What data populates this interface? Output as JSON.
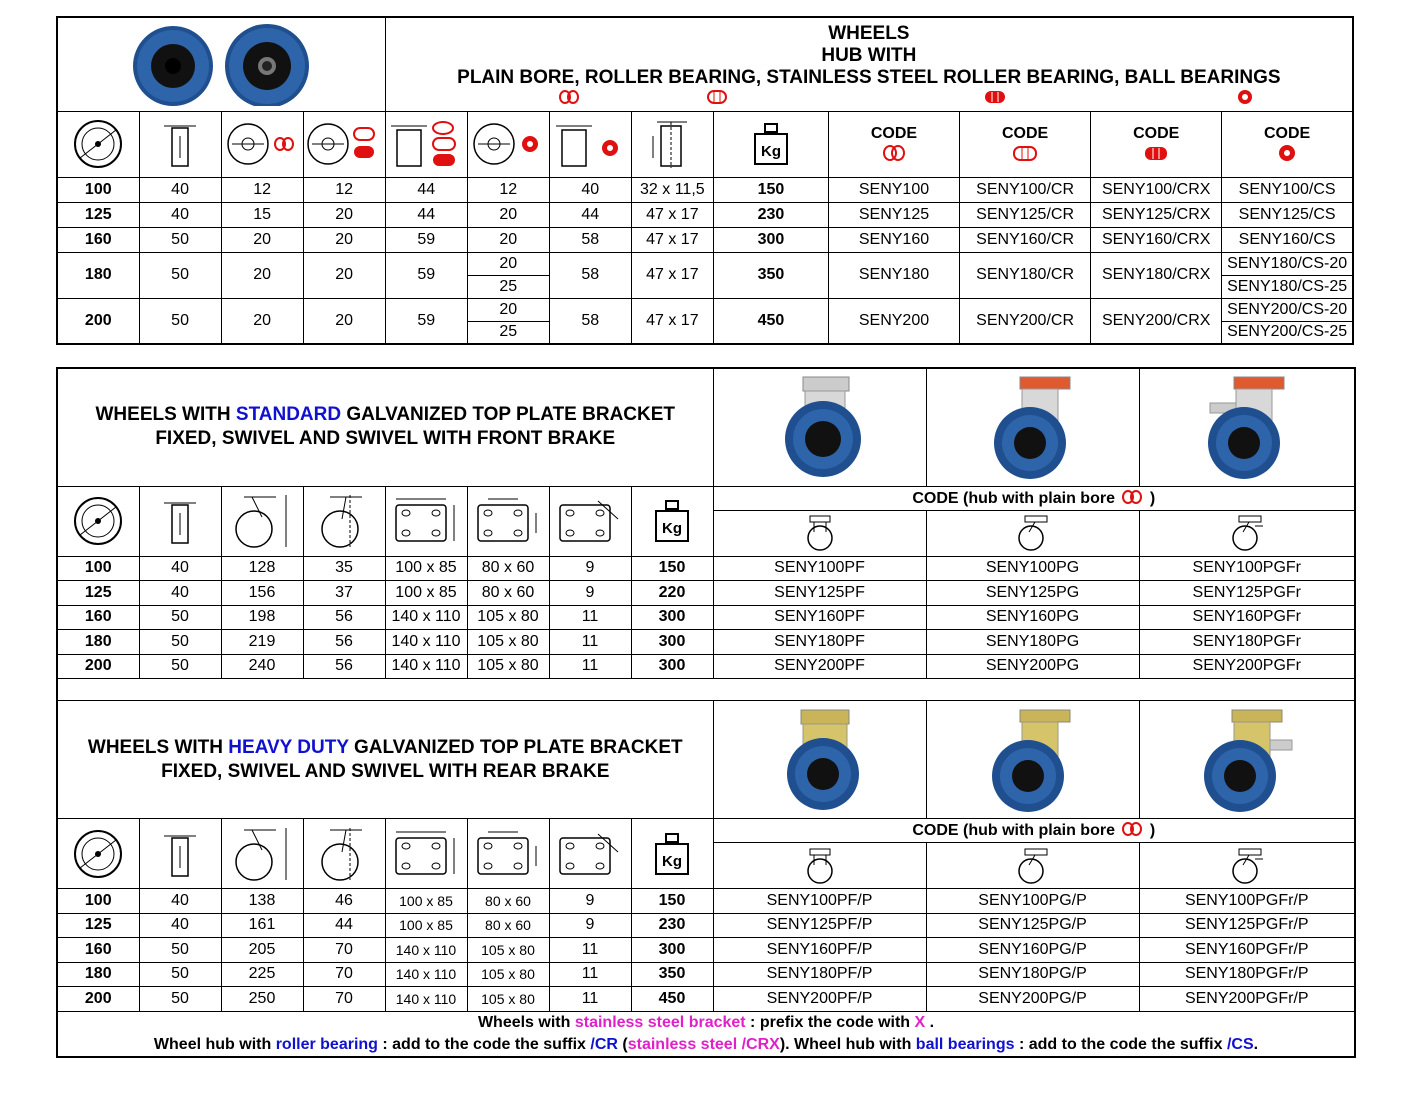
{
  "table1": {
    "title": [
      "WHEELS",
      "HUB WITH",
      "PLAIN BORE, ROLLER BEARING, STAINLESS STEEL ROLLER BEARING, BALL BEARINGS"
    ],
    "code_label": "CODE",
    "rows": [
      {
        "d": "100",
        "w": "40",
        "b1": "12",
        "b2": "12",
        "l1": "44",
        "b3": "12",
        "l2": "40",
        "hub": "32 x 11,5",
        "kg": "150",
        "c": [
          "SENY100",
          "SENY100/CR",
          "SENY100/CRX"
        ],
        "cs": [
          "SENY100/CS"
        ]
      },
      {
        "d": "125",
        "w": "40",
        "b1": "15",
        "b2": "20",
        "l1": "44",
        "b3": "20",
        "l2": "44",
        "hub": "47 x 17",
        "kg": "230",
        "c": [
          "SENY125",
          "SENY125/CR",
          "SENY125/CRX"
        ],
        "cs": [
          "SENY125/CS"
        ]
      },
      {
        "d": "160",
        "w": "50",
        "b1": "20",
        "b2": "20",
        "l1": "59",
        "b3": "20",
        "l2": "58",
        "hub": "47 x 17",
        "kg": "300",
        "c": [
          "SENY160",
          "SENY160/CR",
          "SENY160/CRX"
        ],
        "cs": [
          "SENY160/CS"
        ]
      },
      {
        "d": "180",
        "w": "50",
        "b1": "20",
        "b2": "20",
        "l1": "59",
        "b3a": "20",
        "b3b": "25",
        "l2": "58",
        "hub": "47 x 17",
        "kg": "350",
        "c": [
          "SENY180",
          "SENY180/CR",
          "SENY180/CRX"
        ],
        "cs": [
          "SENY180/CS-20",
          "SENY180/CS-25"
        ]
      },
      {
        "d": "200",
        "w": "50",
        "b1": "20",
        "b2": "20",
        "l1": "59",
        "b3a": "20",
        "b3b": "25",
        "l2": "58",
        "hub": "47 x 17",
        "kg": "450",
        "c": [
          "SENY200",
          "SENY200/CR",
          "SENY200/CRX"
        ],
        "cs": [
          "SENY200/CS-20",
          "SENY200/CS-25"
        ]
      }
    ]
  },
  "table2": {
    "title_pre": "WHEELS WITH ",
    "title_hl": "STANDARD",
    "title_post": "  GALVANIZED TOP PLATE BRACKET",
    "title_line2": "FIXED, SWIVEL AND SWIVEL WITH FRONT BRAKE",
    "code_label": "CODE (hub with plain bore",
    "code_close": ")",
    "rows": [
      {
        "d": "100",
        "w": "40",
        "h": "128",
        "o": "35",
        "p": "100 x 85",
        "h2": "80 x 60",
        "bolt": "9",
        "kg": "150",
        "c": [
          "SENY100PF",
          "SENY100PG",
          "SENY100PGFr"
        ]
      },
      {
        "d": "125",
        "w": "40",
        "h": "156",
        "o": "37",
        "p": "100 x 85",
        "h2": "80 x 60",
        "bolt": "9",
        "kg": "220",
        "c": [
          "SENY125PF",
          "SENY125PG",
          "SENY125PGFr"
        ]
      },
      {
        "d": "160",
        "w": "50",
        "h": "198",
        "o": "56",
        "p": "140 x 110",
        "h2": "105 x 80",
        "bolt": "11",
        "kg": "300",
        "c": [
          "SENY160PF",
          "SENY160PG",
          "SENY160PGFr"
        ]
      },
      {
        "d": "180",
        "w": "50",
        "h": "219",
        "o": "56",
        "p": "140 x 110",
        "h2": "105 x 80",
        "bolt": "11",
        "kg": "300",
        "c": [
          "SENY180PF",
          "SENY180PG",
          "SENY180PGFr"
        ]
      },
      {
        "d": "200",
        "w": "50",
        "h": "240",
        "o": "56",
        "p": "140 x 110",
        "h2": "105 x 80",
        "bolt": "11",
        "kg": "300",
        "c": [
          "SENY200PF",
          "SENY200PG",
          "SENY200PGFr"
        ]
      }
    ]
  },
  "table3": {
    "title_pre": "WHEELS WITH ",
    "title_hl": "HEAVY DUTY",
    "title_post": " GALVANIZED TOP PLATE BRACKET",
    "title_line2": "FIXED, SWIVEL AND SWIVEL WITH REAR BRAKE",
    "code_label": "CODE (hub with plain bore",
    "code_close": ")",
    "rows": [
      {
        "d": "100",
        "w": "40",
        "h": "138",
        "o": "46",
        "p": "100 x 85",
        "h2": "80 x 60",
        "bolt": "9",
        "kg": "150",
        "c": [
          "SENY100PF/P",
          "SENY100PG/P",
          "SENY100PGFr/P"
        ]
      },
      {
        "d": "125",
        "w": "40",
        "h": "161",
        "o": "44",
        "p": "100 x 85",
        "h2": "80 x 60",
        "bolt": "9",
        "kg": "230",
        "c": [
          "SENY125PF/P",
          "SENY125PG/P",
          "SENY125PGFr/P"
        ]
      },
      {
        "d": "160",
        "w": "50",
        "h": "205",
        "o": "70",
        "p": "140 x 110",
        "h2": "105 x 80",
        "bolt": "11",
        "kg": "300",
        "c": [
          "SENY160PF/P",
          "SENY160PG/P",
          "SENY160PGFr/P"
        ]
      },
      {
        "d": "180",
        "w": "50",
        "h": "225",
        "o": "70",
        "p": "140 x 110",
        "h2": "105 x 80",
        "bolt": "11",
        "kg": "350",
        "c": [
          "SENY180PF/P",
          "SENY180PG/P",
          "SENY180PGFr/P"
        ]
      },
      {
        "d": "200",
        "w": "50",
        "h": "250",
        "o": "70",
        "p": "140 x 110",
        "h2": "105 x 80",
        "bolt": "11",
        "kg": "450",
        "c": [
          "SENY200PF/P",
          "SENY200PG/P",
          "SENY200PGFr/P"
        ]
      }
    ]
  },
  "kg_label": "Kg",
  "notes": {
    "line1": {
      "a": "Wheels with ",
      "b": "stainless steel bracket",
      "c": " : prefix the code with ",
      "d": "X",
      "e": " ."
    },
    "line2": {
      "a": "Wheel hub with ",
      "b": "roller bearing",
      "c": "  : add to the code the suffix ",
      "d": "/CR",
      "e": " (",
      "f": "stainless steel /CRX",
      "g": "). Wheel hub with ",
      "h": "ball bearings",
      "i": "  : add to the code the suffix ",
      "j": "/CS",
      "k": "."
    }
  },
  "colors": {
    "highlight_blue": "#1010d0",
    "highlight_magenta": "#e020c8",
    "wheel_blue": "#1f4f8f",
    "hub_red": "#e01010"
  }
}
